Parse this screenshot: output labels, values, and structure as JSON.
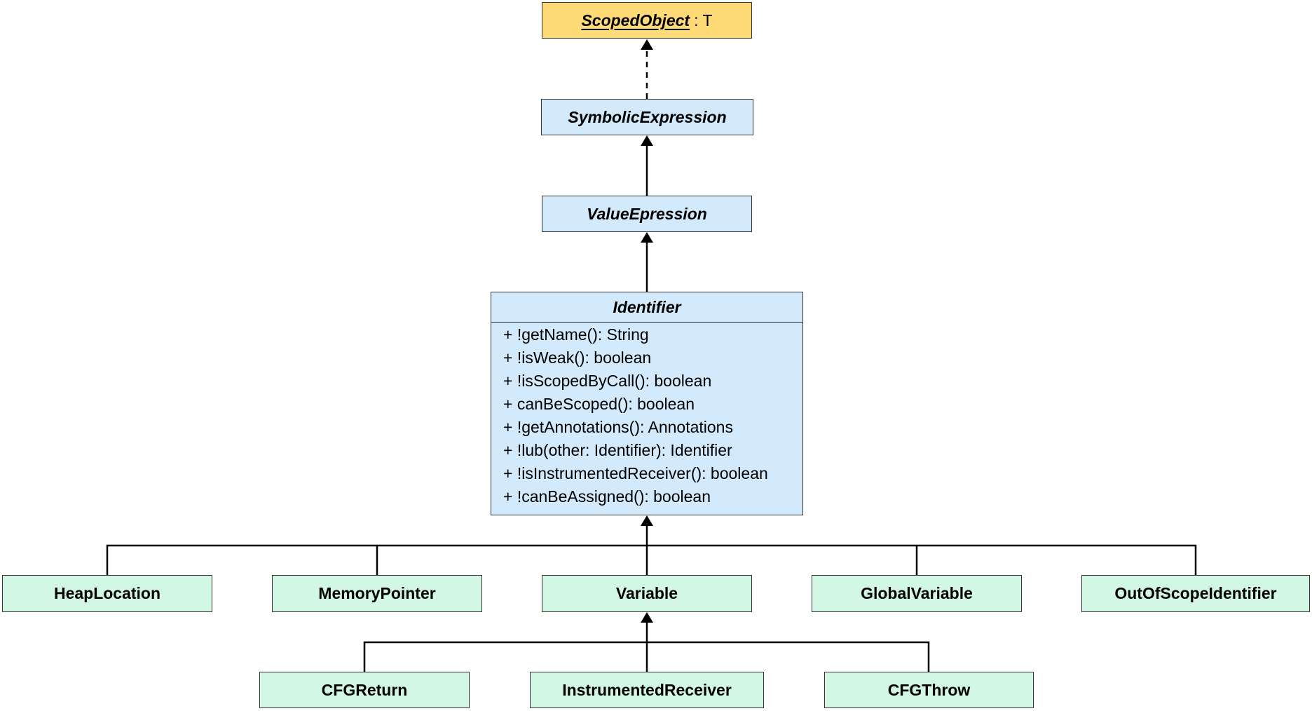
{
  "interface": {
    "name": "ScopedObject",
    "separator": ":",
    "type_param": "T"
  },
  "abstract_classes": {
    "symbolic_expression": "SymbolicExpression",
    "value_expression": "ValueEpression"
  },
  "identifier": {
    "name": "Identifier",
    "methods": [
      "+ !getName(): String",
      "+ !isWeak(): boolean",
      "+ !isScopedByCall(): boolean",
      "+ canBeScoped(): boolean",
      "+ !getAnnotations(): Annotations",
      "+ !lub(other: Identifier): Identifier",
      "+ !isInstrumentedReceiver(): boolean",
      "+ !canBeAssigned(): boolean"
    ]
  },
  "subclasses": {
    "heap_location": "HeapLocation",
    "memory_pointer": "MemoryPointer",
    "variable": "Variable",
    "global_variable": "GlobalVariable",
    "out_of_scope_identifier": "OutOfScopeIdentifier"
  },
  "variable_subclasses": {
    "cfg_return": "CFGReturn",
    "instrumented_receiver": "InstrumentedReceiver",
    "cfg_throw": "CFGThrow"
  },
  "colors": {
    "interface_fill": "#ffdb77",
    "abstract_fill": "#d2eafb",
    "concrete_fill": "#d3f7e5",
    "border": "#333333",
    "connector": "#000000"
  }
}
